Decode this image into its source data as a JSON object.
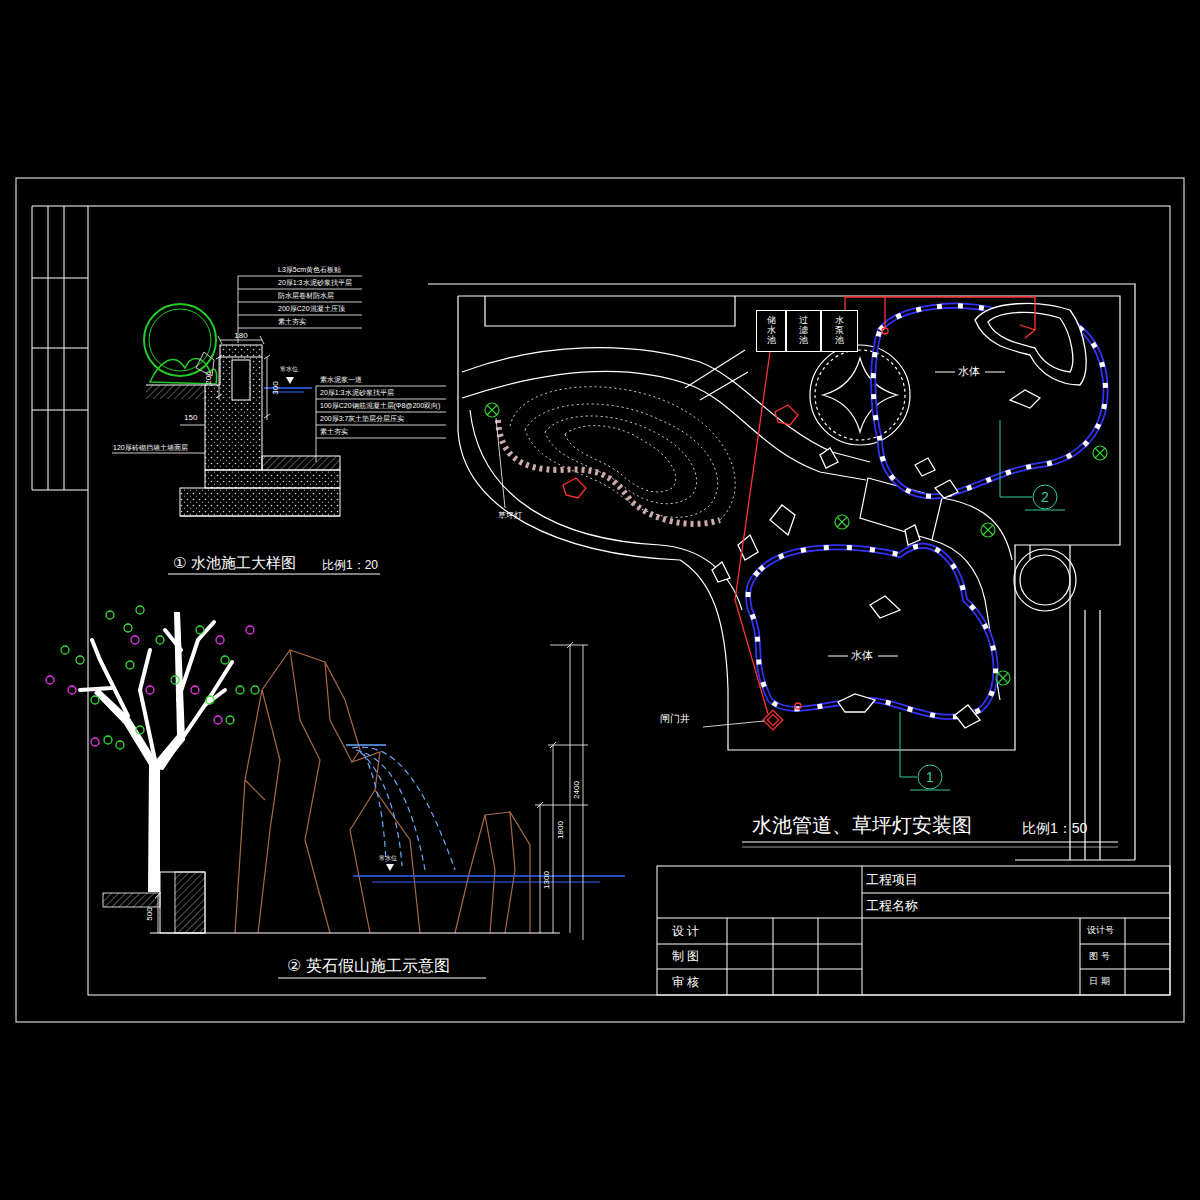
{
  "diagram": {
    "nodes": [
      {
        "text": [
          "储水池"
        ]
      },
      {
        "text": [
          "过滤池"
        ]
      },
      {
        "text": [
          "水泵池"
        ]
      }
    ],
    "labels": [
      "L3厚5cm黄色石板贴",
      "20厚1:3水泥砂浆找平层",
      "防水层卷材防水层",
      "200厚C20混凝土压顶",
      "素土夯实",
      "素水泥浆一道",
      "20厚1:3水泥砂浆找平层",
      "100厚C20钢筋混凝土层(Φ8@200双向)",
      "200厚3:7灰土垫层分层压实",
      "素土夯实",
      "180",
      "200",
      "300",
      "150",
      "120厚砖砌挡墙土墙面层",
      "常水位",
      "① 水池施工大样图",
      "比例1：20",
      "常水位",
      "2400",
      "1800",
      "1300",
      "500",
      "② 英石假山施工示意图",
      "水体",
      "水体",
      "闸门井",
      "草坪灯",
      "2",
      "1",
      "水池管道、草坪灯安装图",
      "比例1：50",
      "工程项目",
      "工程名称",
      "设 计",
      "制 图",
      "审 核",
      "设计号",
      "图 号",
      "日 期"
    ]
  }
}
